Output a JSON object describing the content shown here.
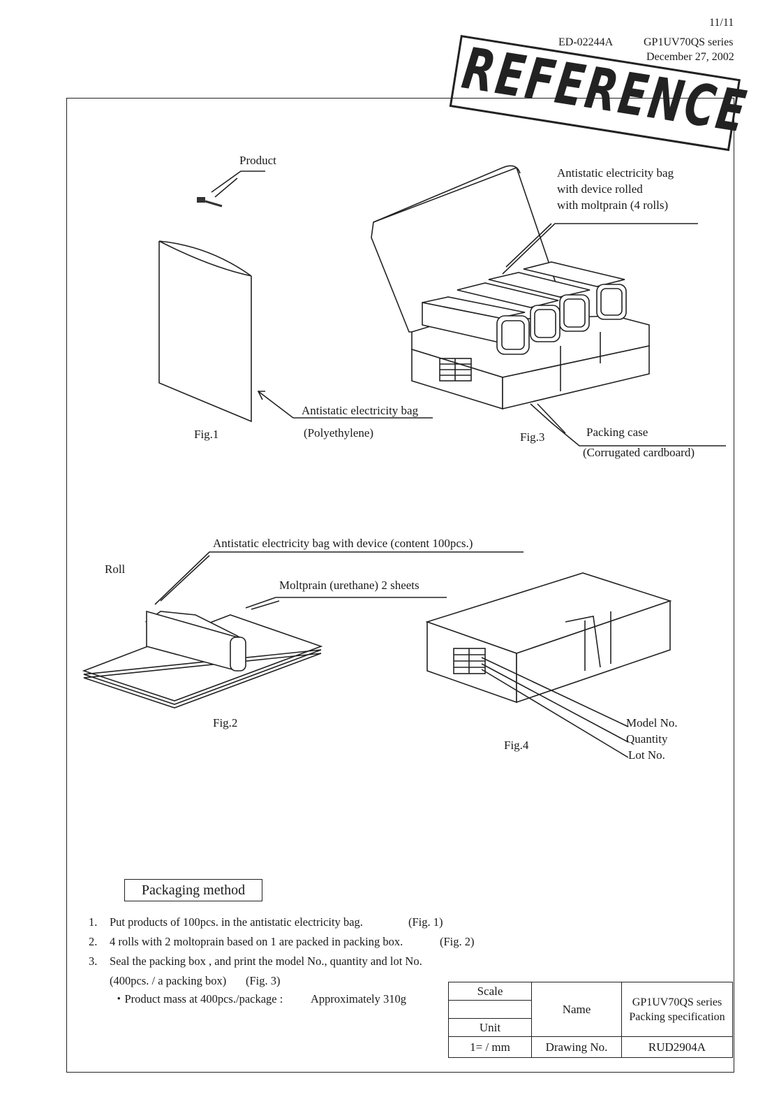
{
  "header": {
    "page": "11/11",
    "doc_no": "ED-02244A",
    "series": "GP1UV70QS series",
    "date": "December 27, 2002"
  },
  "stamp": "REFERENCE",
  "labels": {
    "product": "Product",
    "bag_rolled_1": "Antistatic electricity bag",
    "bag_rolled_2": "with device rolled",
    "bag_rolled_3": "with moltprain (4 rolls)",
    "bag": "Antistatic electricity bag",
    "polyethylene": "(Polyethylene)",
    "fig1": "Fig.1",
    "fig3": "Fig.3",
    "packing_case": "Packing case",
    "corrugated": "(Corrugated cardboard)",
    "bag_device": "Antistatic electricity bag with device (content 100pcs.)",
    "roll": "Roll",
    "moltprain": "Moltprain (urethane) 2 sheets",
    "fig2": "Fig.2",
    "fig4": "Fig.4",
    "model_no": "Model No.",
    "quantity": "Quantity",
    "lot_no": "Lot No."
  },
  "packaging": {
    "title": "Packaging method",
    "steps": [
      {
        "num": "1.",
        "text": "Put products of 100pcs. in the antistatic electricity bag.",
        "fig": "(Fig. 1)"
      },
      {
        "num": "2.",
        "text": "4 rolls with 2 moltoprain based on 1 are packed in packing box.",
        "fig": "(Fig. 2)"
      },
      {
        "num": "3.",
        "text": "Seal the packing box , and print the model No., quantity and lot No.",
        "fig": ""
      }
    ],
    "step3_line2": "(400pcs. / a packing box)",
    "step3_fig": "(Fig. 3)",
    "mass_label": "・Product mass at 400pcs./package :",
    "mass_value": "Approximately 310g"
  },
  "title_block": {
    "scale_label": "Scale",
    "scale_value": "",
    "unit_label": "Unit",
    "unit_value": "1= / mm",
    "name_label": "Name",
    "name_value_1": "GP1UV70QS series",
    "name_value_2": "Packing specification",
    "drawing_label": "Drawing No.",
    "drawing_value": "RUD2904A"
  }
}
